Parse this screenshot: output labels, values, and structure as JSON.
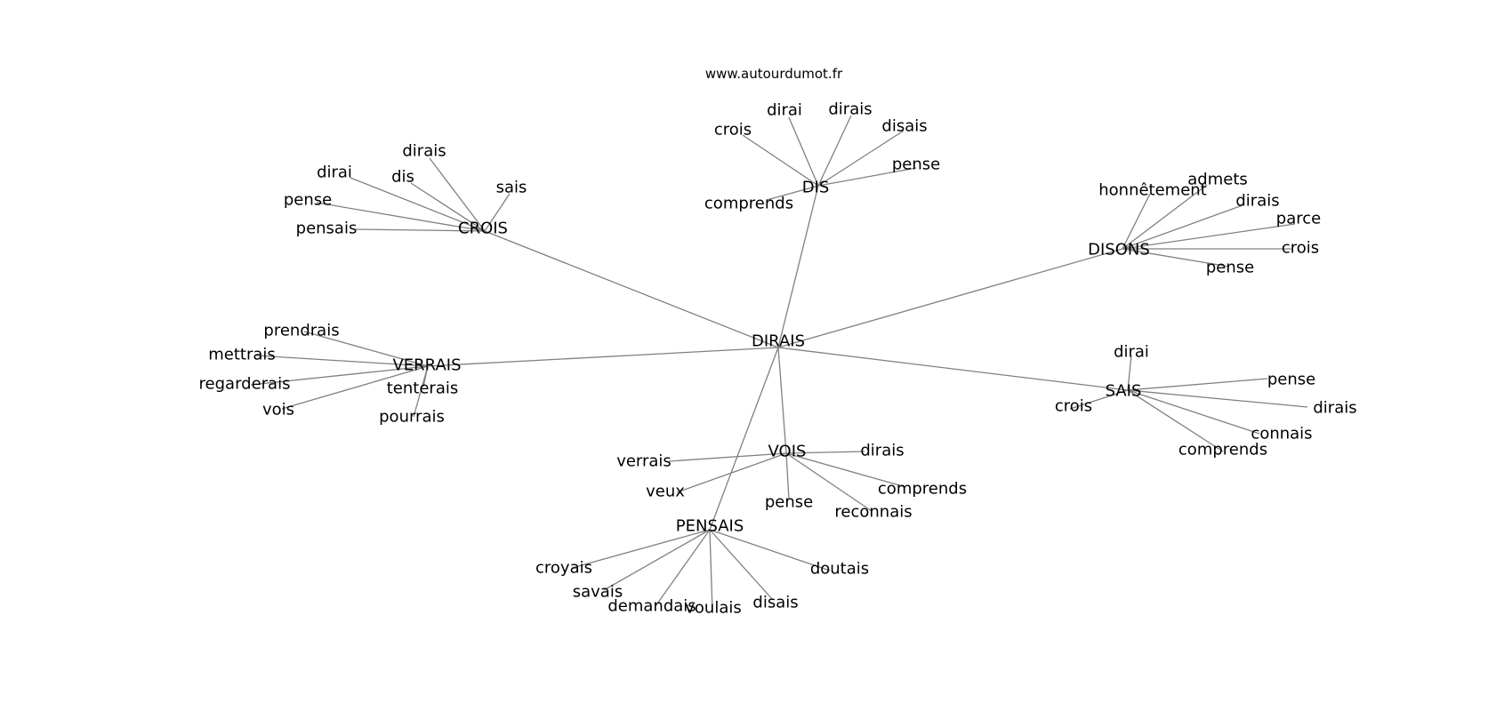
{
  "header": {
    "site_url": "www.autourdumot.fr"
  },
  "graph": {
    "center": "DIRAIS",
    "clusters": [
      {
        "hub": "CROIS",
        "words": [
          "dirais",
          "dirai",
          "dis",
          "sais",
          "pense",
          "pensais"
        ]
      },
      {
        "hub": "DIS",
        "words": [
          "crois",
          "dirai",
          "dirais",
          "disais",
          "pense",
          "comprends"
        ]
      },
      {
        "hub": "DISONS",
        "words": [
          "honnêtement",
          "admets",
          "dirais",
          "parce",
          "crois",
          "pense"
        ]
      },
      {
        "hub": "VERRAIS",
        "words": [
          "prendrais",
          "mettrais",
          "regarderais",
          "vois",
          "tenterais",
          "pourrais"
        ]
      },
      {
        "hub": "SAIS",
        "words": [
          "dirai",
          "pense",
          "crois",
          "dirais",
          "connais",
          "comprends"
        ]
      },
      {
        "hub": "VOIS",
        "words": [
          "verrais",
          "dirais",
          "veux",
          "comprends",
          "pense",
          "reconnais"
        ]
      },
      {
        "hub": "PENSAIS",
        "words": [
          "croyais",
          "doutais",
          "savais",
          "demandais",
          "voulais",
          "disais"
        ]
      }
    ]
  }
}
